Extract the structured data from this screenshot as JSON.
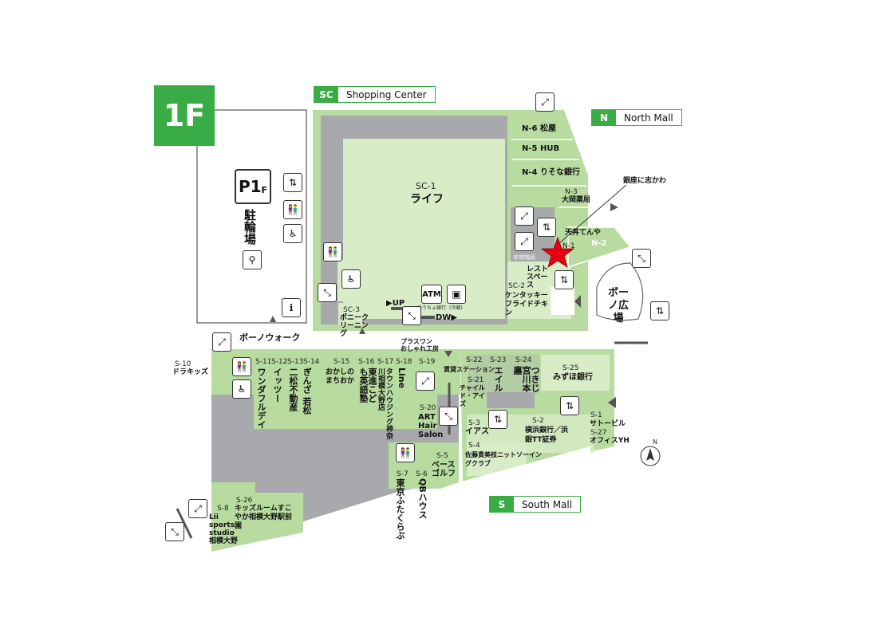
{
  "floor_badge": "1F",
  "legend": {
    "sc": {
      "code": "SC",
      "name": "Shopping Center"
    },
    "n": {
      "code": "N",
      "name": "North Mall"
    },
    "s": {
      "code": "S",
      "name": "South Mall"
    }
  },
  "parking": {
    "code": "P1",
    "sub": "F",
    "label": "駐輪場"
  },
  "sc_shops": {
    "sc1_code": "SC-1",
    "sc1_name": "ライフ",
    "sc2_code": "SC-2",
    "sc2_name": "ケンタッキーフライドチキン",
    "sc3_code": "SC-3",
    "sc3_name": "ポニークリーニング",
    "rest": "レストスペース",
    "atm": "ATM",
    "atm_note": "ゆうちょ銀行",
    "locker_note": "(冷蔵)",
    "up": "UP",
    "dw": "DW",
    "emergency": "非常階段"
  },
  "north": {
    "n6": "N-6 松屋",
    "n5": "N-5 HUB",
    "n4": "N-4 りそな銀行",
    "n3_code": "N-3",
    "n3_name": "大岡薬局",
    "n2": "N-2",
    "n1": "N-1",
    "tenten": "天丼てんや",
    "ginza": "銀座に志かわ"
  },
  "plaza": "ボーノ広場",
  "walk": "ボーノウォーク",
  "south": {
    "s10_code": "S-10",
    "s10_name": "ドラキッズ",
    "s11_code": "S-11",
    "s11_name": "ワンダフルデイ",
    "s12_code": "S-12",
    "s12_name": "イッツー",
    "s13_code": "S-13",
    "s13_name": "二松不動産",
    "s14_code": "S-14",
    "s14_name": "ぎんざ 若松",
    "s15_code": "S-15",
    "s15_name": "おかしのまちおか",
    "s16_code": "S-16",
    "s16_name": "東進こども英語塾",
    "s17_code": "S-17",
    "s17_name": "タウンハウジング神奈川相模大野店",
    "s18_code": "S-18",
    "s18_name": "Line",
    "s19_code": "S-19",
    "s20_code": "S-20",
    "s20_name": "ART Hair Salon",
    "plaone": "プラスワン おしゃれ工房",
    "s22_code": "S-22",
    "s22_name": "賃貸ステーション",
    "s21_code": "S-21",
    "s21_name": "チャイルド・アイズ",
    "s23_code": "S-23",
    "s23_name": "エイル",
    "s24_code": "S-24",
    "s24_name": "つきじ宮川本廛",
    "s25_code": "S-25",
    "s25_name": "みずほ銀行",
    "s3_code": "S-3",
    "s3_name": "イアス",
    "s2_code": "S-2",
    "s2_name": "横浜銀行／浜銀TT証券",
    "s1_code": "S-1",
    "s1_name": "サトービル",
    "s27_code": "S-27",
    "s27_name": "オフィスYH",
    "s4_code": "S-4",
    "s4_name": "佐藤貴美枝ニットソーイングクラブ",
    "s5_code": "S-5",
    "s5_name": "ベースゴルフ",
    "s6_code": "S-6",
    "s6_name": "QBハウス",
    "s7_code": "S-7",
    "s7_name": "東京ふたくらぶ",
    "s8_code": "S-8",
    "s8_name": "Lii sports studio 相模大野",
    "s26_code": "S-26",
    "s26_name": "キッズルームすこやか相模大野駅前園"
  },
  "north_arrow": "N",
  "colors": {
    "green": "#3aac45",
    "light": "#b8dca0",
    "pale": "#d8ecc8",
    "gray": "#a7a9ac",
    "star": "#e60012"
  }
}
